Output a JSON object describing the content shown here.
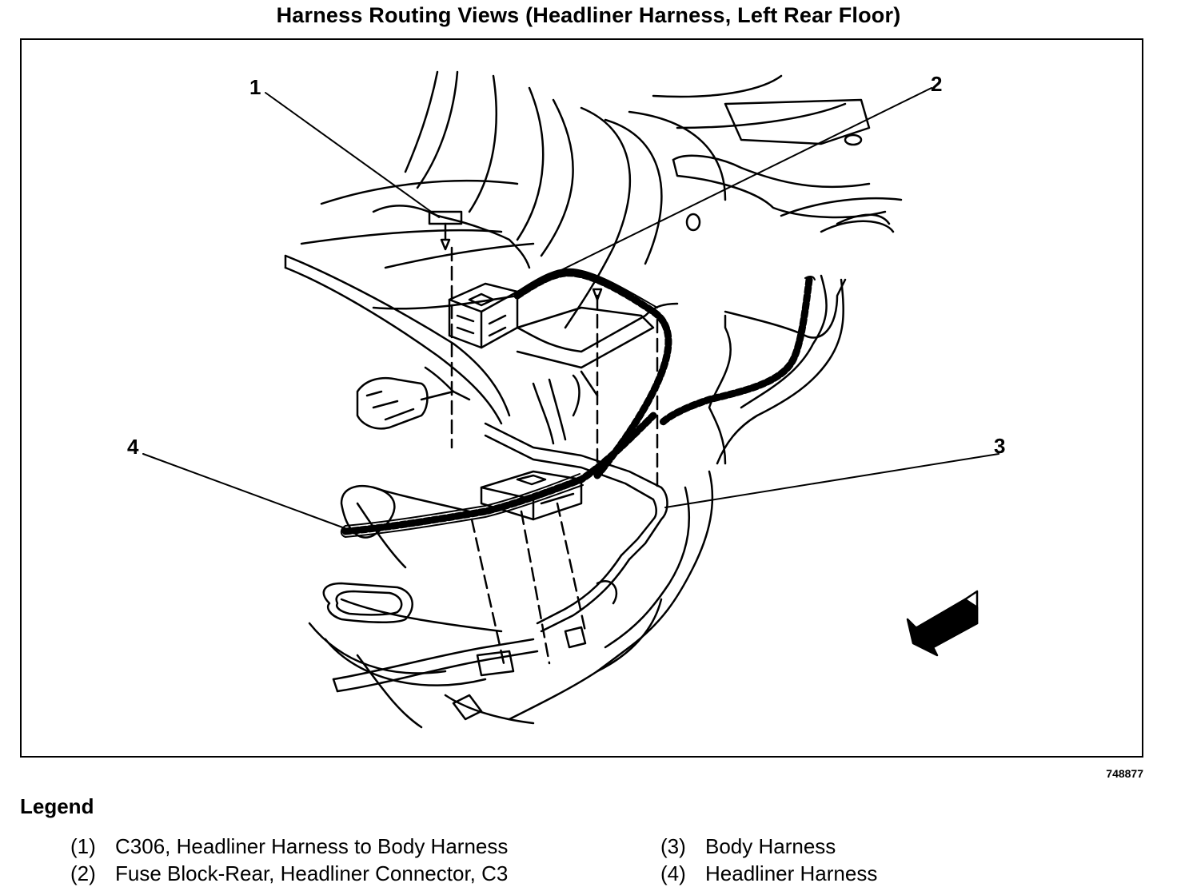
{
  "title": "Harness Routing Views (Headliner Harness, Left Rear Floor)",
  "figure_number": "748877",
  "callouts": {
    "c1": "1",
    "c2": "2",
    "c3": "3",
    "c4": "4"
  },
  "legend": {
    "heading": "Legend",
    "items": [
      {
        "num": "(1)",
        "text": "C306, Headliner Harness to Body Harness"
      },
      {
        "num": "(2)",
        "text": "Fuse Block-Rear, Headliner Connector, C3"
      },
      {
        "num": "(3)",
        "text": "Body Harness"
      },
      {
        "num": "(4)",
        "text": "Headliner Harness"
      }
    ]
  }
}
